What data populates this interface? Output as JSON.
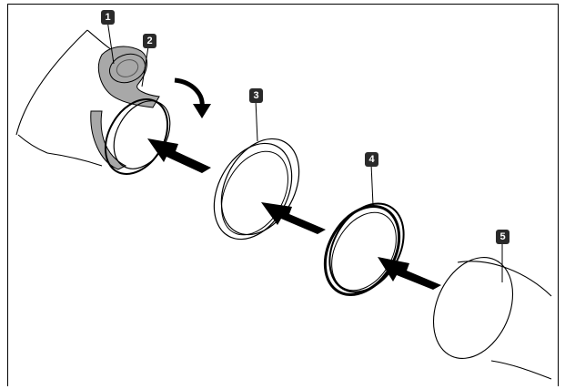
{
  "callouts": [
    {
      "id": "c1",
      "number": "1"
    },
    {
      "id": "c2",
      "number": "2"
    },
    {
      "id": "c3",
      "number": "3"
    },
    {
      "id": "c4",
      "number": "4"
    },
    {
      "id": "c5",
      "number": "5"
    }
  ],
  "colors": {
    "line": "#000000",
    "callout_bg": "#2a2a2a",
    "callout_text": "#ffffff",
    "strap": "#a8a8a8",
    "arrow": "#000000"
  }
}
